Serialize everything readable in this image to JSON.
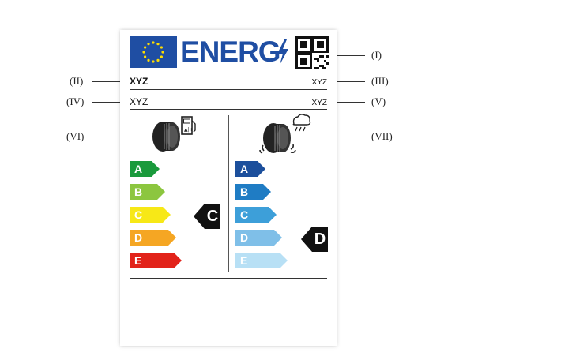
{
  "callouts": {
    "i": "(I)",
    "ii": "(II)",
    "iii": "(III)",
    "iv": "(IV)",
    "v": "(V)",
    "vi": "(VI)",
    "vii": "(VII)"
  },
  "header": {
    "title": "ENERG",
    "eu_flag": "eu-flag-icon",
    "bolt": "lightning-bolt-icon",
    "qr": "qr-code-icon"
  },
  "fields": {
    "supplier": "XYZ",
    "tyre_type": "XYZ",
    "size_designation": "XYZ",
    "tyre_class": "XYZ"
  },
  "fuel": {
    "icon": "tyre-fuel-pump-icon",
    "grades": [
      {
        "label": "A",
        "color": "#1a9a3c"
      },
      {
        "label": "B",
        "color": "#8cc63f"
      },
      {
        "label": "C",
        "color": "#f7e817"
      },
      {
        "label": "D",
        "color": "#f5a623"
      },
      {
        "label": "E",
        "color": "#e2231a"
      }
    ],
    "rating": "C"
  },
  "wet_grip": {
    "icon": "tyre-rain-cloud-icon",
    "grades": [
      {
        "label": "A",
        "color": "#1c4f9c"
      },
      {
        "label": "B",
        "color": "#1f7cc4"
      },
      {
        "label": "C",
        "color": "#3d9fd9"
      },
      {
        "label": "D",
        "color": "#7fbfe8"
      },
      {
        "label": "E",
        "color": "#b8e0f5"
      }
    ],
    "rating": "D"
  }
}
